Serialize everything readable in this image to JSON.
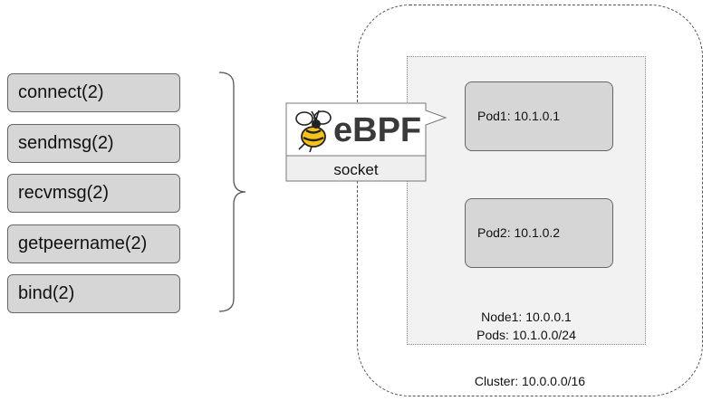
{
  "syscalls": [
    {
      "label": "connect(2)"
    },
    {
      "label": "sendmsg(2)"
    },
    {
      "label": "recvmsg(2)"
    },
    {
      "label": "getpeername(2)"
    },
    {
      "label": "bind(2)"
    }
  ],
  "ebpf": {
    "logo_text": "eBPF",
    "icon": "bee-icon",
    "hook_label": "socket"
  },
  "cluster": {
    "label": "Cluster: 10.0.0.0/16"
  },
  "node": {
    "label_line1": "Node1: 10.0.0.1",
    "label_line2": "Pods: 10.1.0.0/24"
  },
  "pods": [
    {
      "label": "Pod1: 10.1.0.1"
    },
    {
      "label": "Pod2: 10.1.0.2"
    }
  ],
  "colors": {
    "box_fill": "#d6d6d6",
    "node_fill": "#f2f2f2",
    "bee_yellow": "#f4c21b"
  }
}
